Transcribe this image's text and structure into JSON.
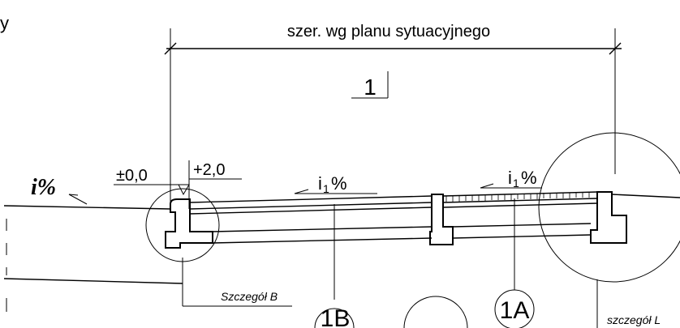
{
  "labels": {
    "corner_letter": "y",
    "width_dimension": "szer. wg planu sytuacyjnego",
    "section_number": "1",
    "level_zero": "±0,0",
    "level_plus": "+2,0",
    "slope_left": "i%",
    "slope_mid_main": "i",
    "slope_mid_sub": "1",
    "slope_mid_pct": "%",
    "slope_right_main": "i",
    "slope_right_sub": "1",
    "slope_right_pct": "%",
    "detail_b": "Szczegół B",
    "detail_right": "szczegół  L",
    "layer_1b": "1B",
    "layer_1a": "1A"
  }
}
